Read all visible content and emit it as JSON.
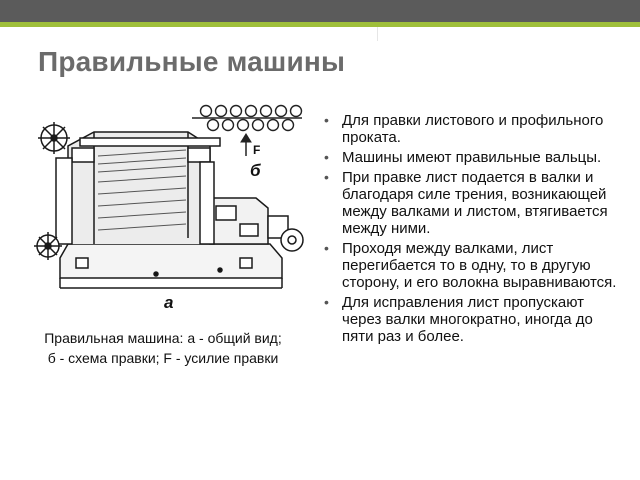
{
  "slide": {
    "title": "Правильные машины",
    "figure": {
      "label_a": "а",
      "label_b": "б",
      "label_f": "F"
    },
    "caption_line1": "Правильная машина: а - общий вид;",
    "caption_line2": "б - схема правки; F - усилие правки",
    "bullets": [
      "Для правки листового и профильного проката.",
      "Машины имеют правильные вальцы.",
      "При правке лист подается в валки и благодаря силе трения, возникающей между валками и листом, втягивается между ними.",
      "Проходя между валками, лист перегибается то в одну, то в другую сторону, и его волокна выравниваются.",
      "Для исправления лист пропускают через валки многократно, иногда до пяти раз и более."
    ]
  },
  "colors": {
    "header_bar": "#5b5b5b",
    "accent": "#9fbf3a",
    "title": "#6b6b6b"
  }
}
